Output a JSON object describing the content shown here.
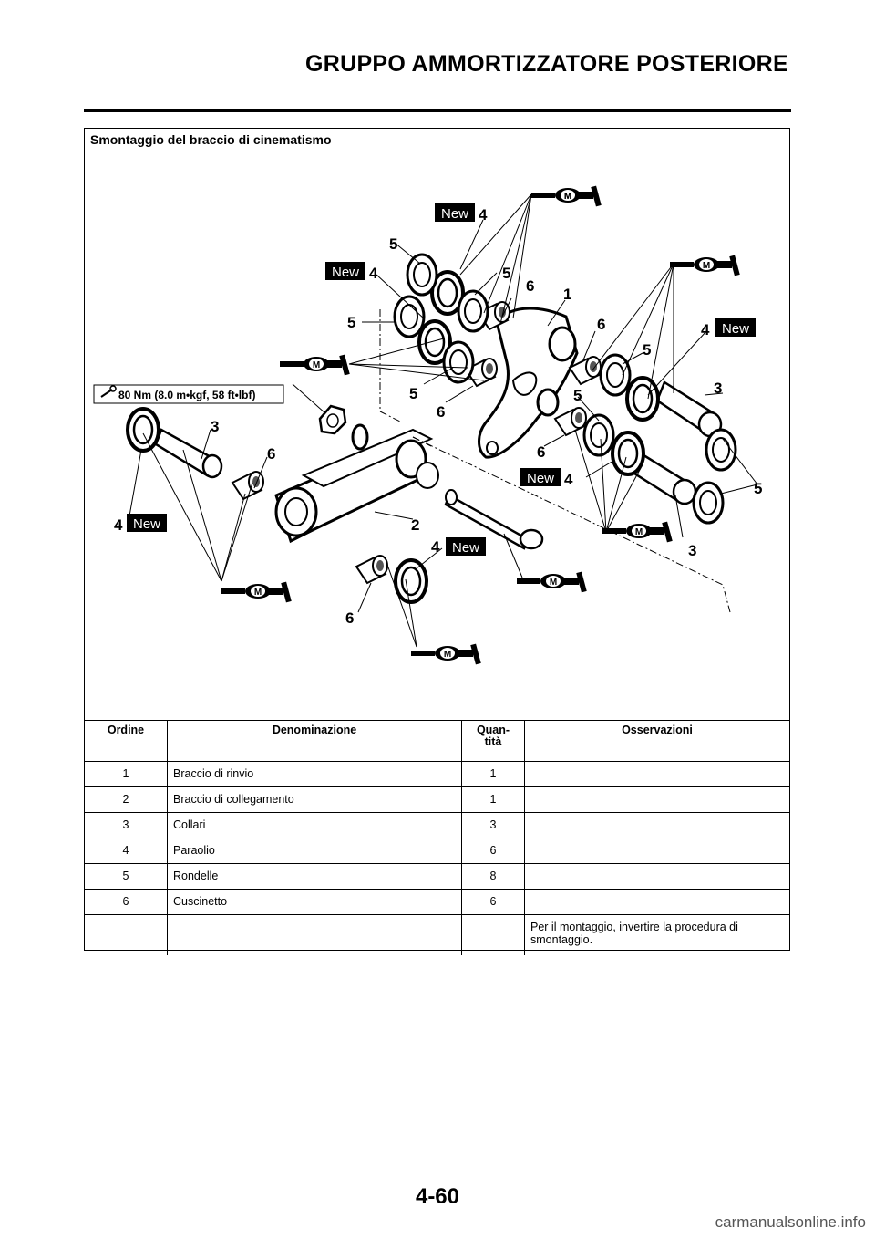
{
  "header": {
    "title": "GRUPPO AMMORTIZZATORE POSTERIORE"
  },
  "section": {
    "title": "Smontaggio del braccio di cinematismo"
  },
  "diagram": {
    "torque_spec": "80 Nm (8.0 m•kgf, 58 ft•lbf)",
    "new_tag": "New",
    "lube_mark": "M",
    "callouts": [
      "1",
      "2",
      "3",
      "4",
      "5",
      "6"
    ]
  },
  "table": {
    "headers": {
      "order": "Ordine",
      "name": "Denominazione",
      "qty_line1": "Quan-",
      "qty_line2": "tità",
      "notes": "Osservazioni"
    },
    "rows": [
      {
        "order": "1",
        "name": "Braccio di rinvio",
        "qty": "1",
        "notes": ""
      },
      {
        "order": "2",
        "name": "Braccio di collegamento",
        "qty": "1",
        "notes": ""
      },
      {
        "order": "3",
        "name": "Collari",
        "qty": "3",
        "notes": ""
      },
      {
        "order": "4",
        "name": "Paraolio",
        "qty": "6",
        "notes": ""
      },
      {
        "order": "5",
        "name": "Rondelle",
        "qty": "8",
        "notes": ""
      },
      {
        "order": "6",
        "name": "Cuscinetto",
        "qty": "6",
        "notes": ""
      },
      {
        "order": "",
        "name": "",
        "qty": "",
        "notes": "Per il montaggio, invertire la procedura di smontaggio."
      }
    ]
  },
  "footer": {
    "page_number": "4-60",
    "watermark": "carmanualsonline.info"
  }
}
